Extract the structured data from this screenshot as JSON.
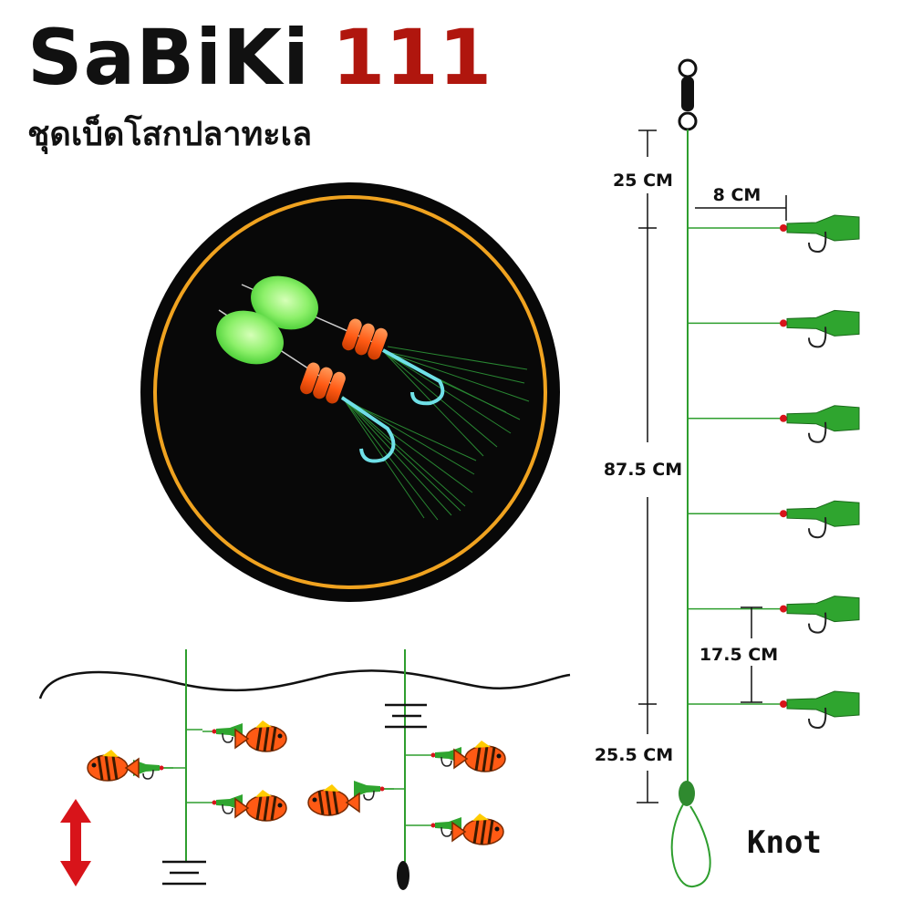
{
  "header": {
    "brand": "SaBiKi",
    "model": "111",
    "subtitle": "ชุดเบ็ดโสกปลาทะเล"
  },
  "diagram": {
    "dimensions": {
      "top_gap": "25 CM",
      "branch_length": "8 CM",
      "total_span": "87.5 CM",
      "hook_spacing": "17.5 CM",
      "bottom_gap": "25.5 CM"
    },
    "knot_label": "Knot",
    "hook_count": 6
  },
  "colors": {
    "brand_red": "#b0160e",
    "line_green": "#2e9e2e",
    "lure_green": "#2fa52f",
    "bead_orange": "#ff5a14",
    "glow_green": "#8df06a",
    "ring_gold": "#f0a320",
    "fish_orange": "#ff5a14",
    "arrow_red": "#d8141a"
  }
}
